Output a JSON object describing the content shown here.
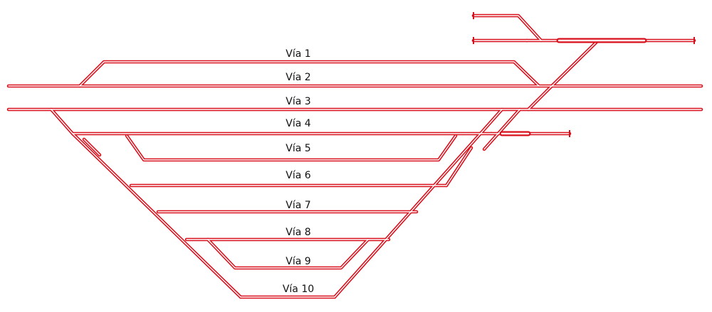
{
  "colors": {
    "track": "#d8101c",
    "label": "#111111",
    "background": "#ffffff"
  },
  "tracks": [
    {
      "label": "Vía 1"
    },
    {
      "label": "Vía 2"
    },
    {
      "label": "Vía 3"
    },
    {
      "label": "Vía 4"
    },
    {
      "label": "Vía 5"
    },
    {
      "label": "Vía 6"
    },
    {
      "label": "Vía 7"
    },
    {
      "label": "Vía 8"
    },
    {
      "label": "Vía 9"
    },
    {
      "label": "Vía 10"
    }
  ]
}
